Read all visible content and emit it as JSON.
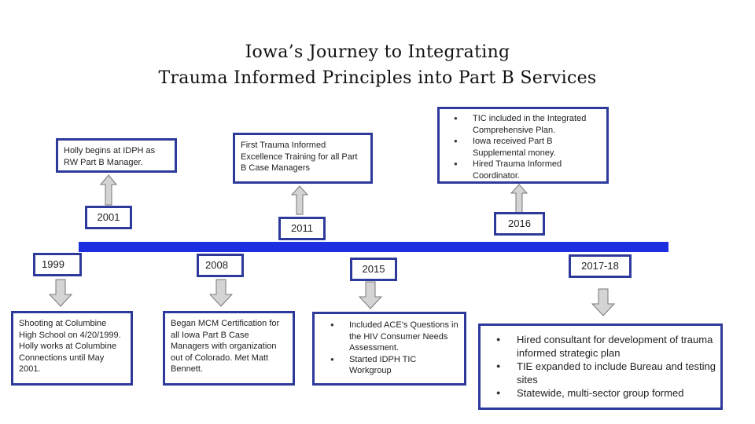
{
  "title": {
    "line1": "Iowa’s Journey to Integrating",
    "line2": "Trauma Informed Principles into Part B Services"
  },
  "colors": {
    "timeline": "#1d2ee0",
    "box_border": "#2d3a9c",
    "arrow_fill": "#d4d4d4",
    "arrow_stroke": "#777777"
  },
  "years": {
    "y1999": "1999",
    "y2001": "2001",
    "y2008": "2008",
    "y2011": "2011",
    "y2015": "2015",
    "y2016": "2016",
    "y2017": "2017-18"
  },
  "events": {
    "e1999": "Shooting at Columbine High School on 4/20/1999. Holly works at Columbine Connections until May 2001.",
    "e2001": "Holly begins at IDPH as RW Part B Manager.",
    "e2008": "Began MCM Certification for all Iowa Part B Case Managers with organization out of Colorado. Met Matt Bennett.",
    "e2011": "First Trauma Informed Excellence Training for all Part B Case Managers",
    "e2015": [
      "Included ACE’s Questions in the HIV Consumer Needs Assessment.",
      "Started IDPH TIC Workgroup"
    ],
    "e2016": [
      "TIC included in the Integrated Comprehensive Plan.",
      "Iowa received Part B Supplemental money.",
      "Hired Trauma Informed Coordinator."
    ],
    "e2017": [
      "Hired consultant for development of trauma informed strategic plan",
      "TIE expanded to include Bureau and testing sites",
      "Statewide, multi-sector group formed"
    ]
  }
}
